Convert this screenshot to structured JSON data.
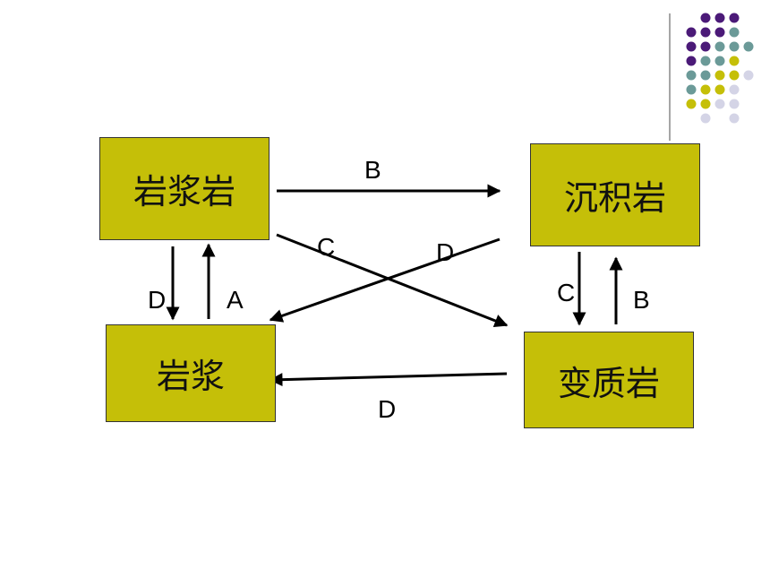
{
  "nodes": {
    "igneous": "岩浆岩",
    "sedimentary": "沉积岩",
    "magma": "岩浆",
    "metamorphic": "变质岩"
  },
  "edge_labels": {
    "igneous_to_sedimentary": "B",
    "igneous_to_metamorphic": "C",
    "sedimentary_to_magma": "D",
    "igneous_to_magma": "D",
    "magma_to_igneous": "A",
    "sedimentary_to_metamorphic": "C",
    "metamorphic_to_sedimentary": "B",
    "metamorphic_to_magma": "D"
  },
  "theme": {
    "box_color": "#c5bf08",
    "dot_colors": [
      "#4b1a78",
      "#6b9a98",
      "#c5bf08",
      "#d4d4e6"
    ]
  }
}
